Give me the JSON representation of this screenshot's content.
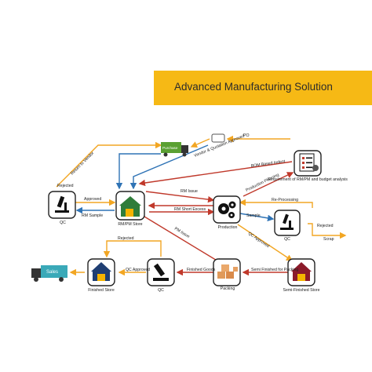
{
  "title": "Advanced Manufacturing Solution",
  "purchase_truck_label": "Purchase",
  "sales_truck_label": "Sales",
  "nodes": {
    "qc_left": "QC",
    "rm_store": "RM/PM Store",
    "production": "Production",
    "requirement": "Requirement of RM/PM and budget analysis",
    "qc_right": "QC",
    "finished_store": "Finished Store",
    "qc_bottom": "QC",
    "packing": "Packing",
    "semi_finished_store": "Semi-Finished Store"
  },
  "edges": {
    "return_to_vendor": "Return to Vendor",
    "po": "PO",
    "vendor_quotation": "Vendor & Quotation Approved",
    "bom_indent": "BOM Based Indent",
    "rejected_left": "Rejected",
    "approved_left": "Approved",
    "rm_sample": "RM Sample",
    "rm_issue": "RM Issue",
    "production_planning": "Production Planning",
    "rm_short_excess": "RM Short Excess",
    "re_processing": "Re-Processing",
    "sample": "Sample",
    "rejected_right": "Rejected",
    "scrap": "Scrap",
    "pm_issue": "PM Issue",
    "qc_approved": "QC Approved",
    "rejected_bottom": "Rejected",
    "qc_approved_bottom": "QC Approved",
    "finished_goods": "Finished Goods",
    "semi_finished_for_packing": "Semi Finished for Packing"
  },
  "colors": {
    "banner": "#f6b915",
    "truck_green": "#5aa032",
    "truck_teal": "#3aa9b8",
    "arrow_red": "#c0392b",
    "arrow_orange": "#f2a623",
    "arrow_blue": "#2f73b5"
  }
}
